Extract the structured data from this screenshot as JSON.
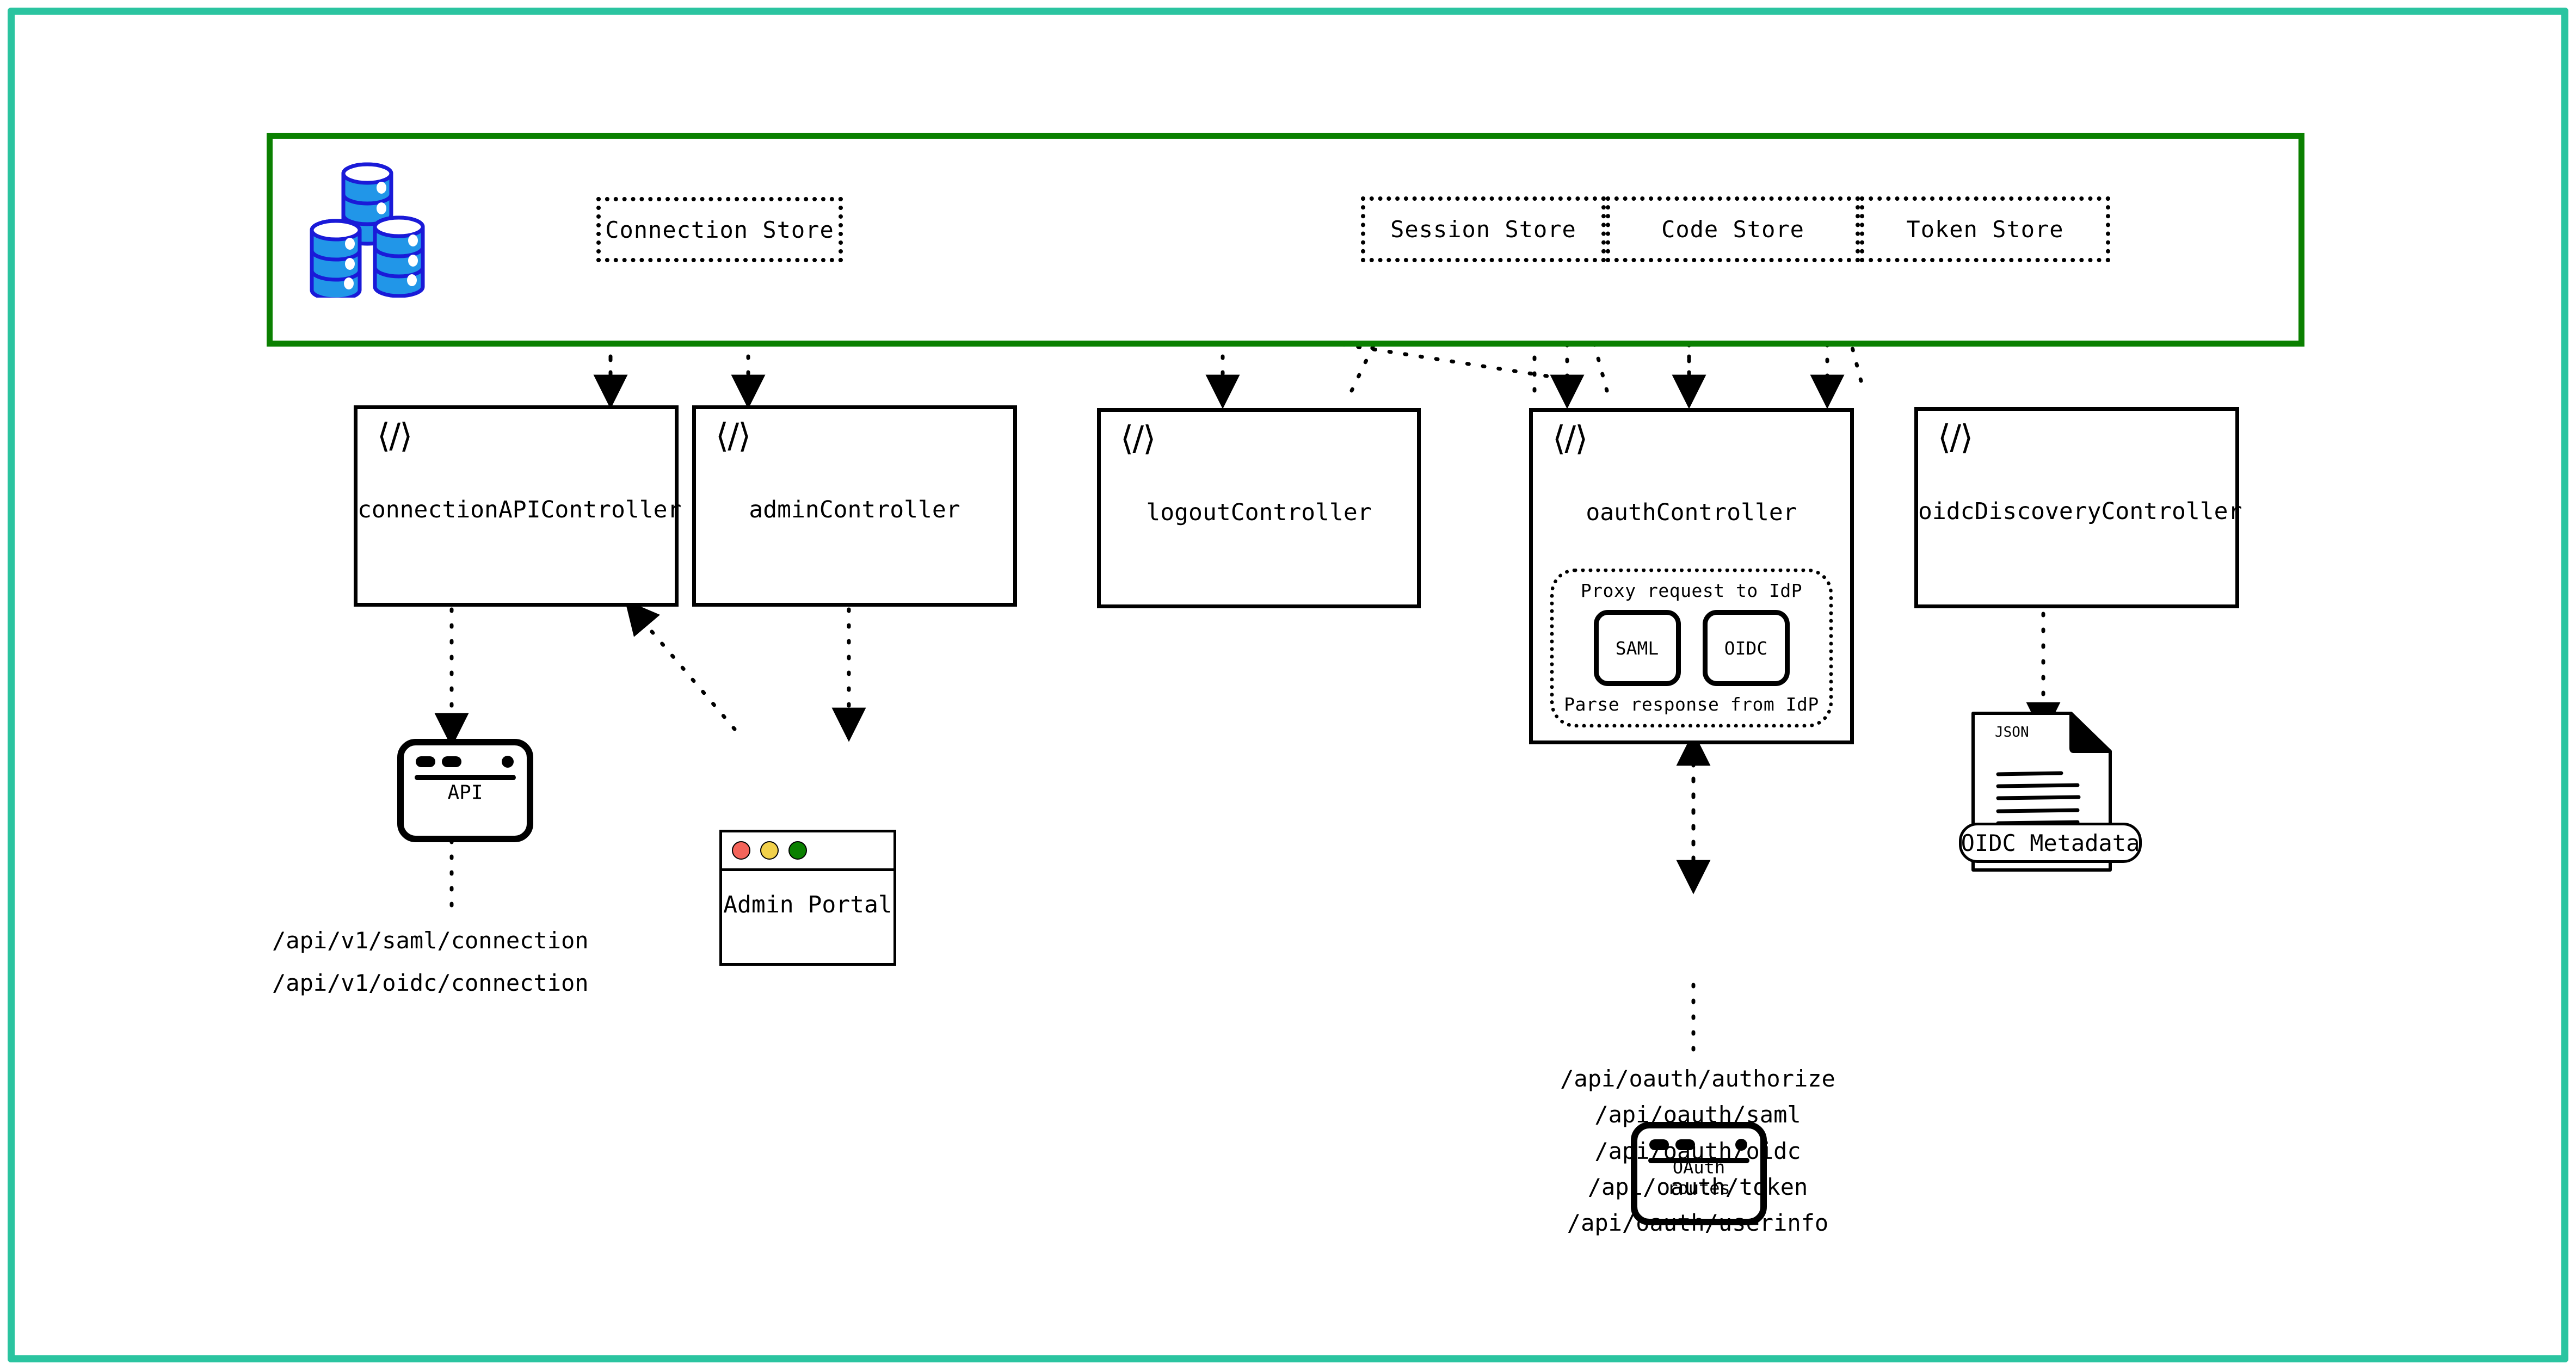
{
  "theme": {
    "frame_color": "#2BC4A0",
    "store_container_color": "#0A8000",
    "db_fill": "#2196E8",
    "db_stroke": "#1A1AD8",
    "line_color": "#000000",
    "traffic_red": "#F4645A",
    "traffic_yellow": "#F2D14B",
    "traffic_green": "#0A8000"
  },
  "stores": {
    "db_icon": "database-stack-icon",
    "items": [
      {
        "id": "connection-store",
        "label": "Connection Store"
      },
      {
        "id": "session-store",
        "label": "Session Store"
      },
      {
        "id": "code-store",
        "label": "Code Store"
      },
      {
        "id": "token-store",
        "label": "Token Store"
      }
    ]
  },
  "controllers": [
    {
      "id": "connection-api-controller",
      "label": "connectionAPIController",
      "icon": "code-tag-icon"
    },
    {
      "id": "admin-controller",
      "label": "adminController",
      "icon": "code-tag-icon"
    },
    {
      "id": "logout-controller",
      "label": "logoutController",
      "icon": "code-tag-icon"
    },
    {
      "id": "oauth-controller",
      "label": "oauthController",
      "icon": "code-tag-icon"
    },
    {
      "id": "oidc-discovery-controller",
      "label": "oidcDiscoveryController",
      "icon": "code-tag-icon"
    }
  ],
  "proxy": {
    "top_label": "Proxy request to IdP",
    "bottom_label": "Parse response from IdP",
    "chips": [
      {
        "id": "saml-chip",
        "label": "SAML"
      },
      {
        "id": "oidc-chip",
        "label": "OIDC"
      }
    ]
  },
  "api_node": {
    "label": "API",
    "icon": "browser-window-icon"
  },
  "admin_portal": {
    "label": "Admin Portal",
    "icon": "mac-window-icon"
  },
  "oauth_routes_node": {
    "label": "OAuth routes",
    "icon": "browser-window-icon"
  },
  "oidc_metadata": {
    "doc_type_label": "JSON",
    "pill_label": "OIDC Metadata",
    "icon": "json-document-icon"
  },
  "connection_endpoints": [
    "/api/v1/saml/connection",
    "/api/v1/oidc/connection"
  ],
  "oauth_endpoints": [
    "/api/oauth/authorize",
    "/api/oauth/saml",
    "/api/oauth/oidc",
    "/api/oauth/token",
    "/api/oauth/userinfo"
  ]
}
